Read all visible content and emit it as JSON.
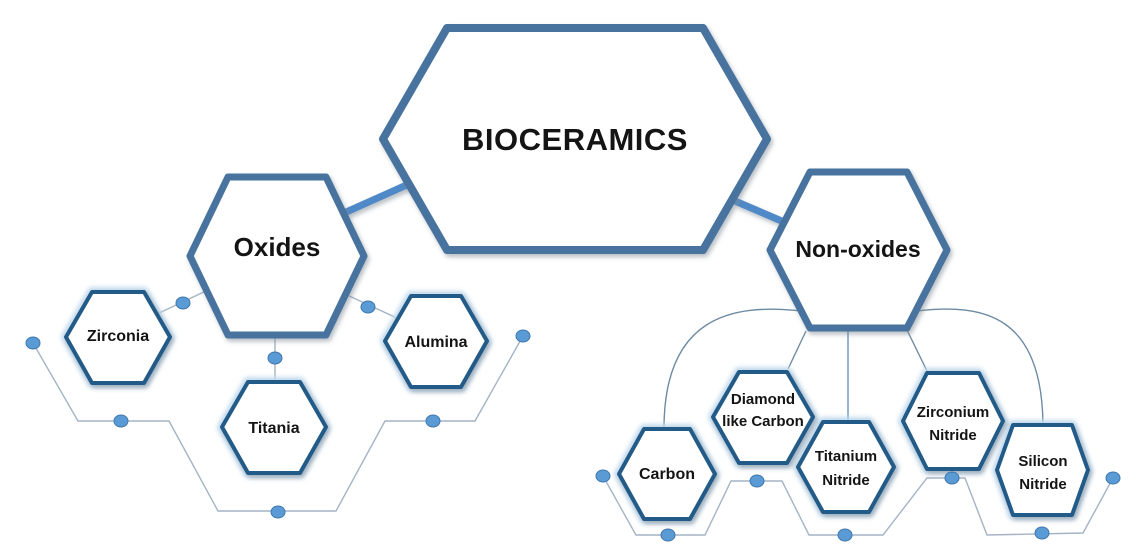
{
  "diagram_type": "hierarchy",
  "nodes": {
    "bioceramics": {
      "label": "BIOCERAMICS",
      "level": "root"
    },
    "oxides": {
      "label": "Oxides",
      "level": "branch"
    },
    "non_oxides": {
      "label": "Non-oxides",
      "level": "branch"
    },
    "zirconia": {
      "label": "Zirconia",
      "level": "leaf"
    },
    "titania": {
      "label": "Titania",
      "level": "leaf"
    },
    "alumina": {
      "label": "Alumina",
      "level": "leaf"
    },
    "carbon": {
      "label": "Carbon",
      "level": "leaf"
    },
    "diamond_like_carbon": {
      "lines": [
        "Diamond",
        "like Carbon"
      ],
      "level": "leaf"
    },
    "titanium_nitride": {
      "lines": [
        "Titanium",
        "Nitride"
      ],
      "level": "leaf"
    },
    "zirconium_nitride": {
      "lines": [
        "Zirconium",
        "Nitride"
      ],
      "level": "leaf"
    },
    "silicon_nitride": {
      "lines": [
        "Silicon",
        "Nitride"
      ],
      "level": "leaf"
    }
  },
  "edges": [
    {
      "from": "bioceramics",
      "to": "oxides"
    },
    {
      "from": "bioceramics",
      "to": "non_oxides"
    },
    {
      "from": "oxides",
      "to": "zirconia"
    },
    {
      "from": "oxides",
      "to": "titania"
    },
    {
      "from": "oxides",
      "to": "alumina"
    },
    {
      "from": "non_oxides",
      "to": "carbon"
    },
    {
      "from": "non_oxides",
      "to": "diamond_like_carbon"
    },
    {
      "from": "non_oxides",
      "to": "titanium_nitride"
    },
    {
      "from": "non_oxides",
      "to": "zirconium_nitride"
    },
    {
      "from": "non_oxides",
      "to": "silicon_nitride"
    }
  ],
  "colors": {
    "hex_border_large": "#47739e",
    "hex_border_small": "#235a88",
    "hex_glow": "#c5dcee",
    "hex_fill": "#ffffff",
    "thick_connector": "#5089c7",
    "thin_line": "#a4b4c6",
    "branch_line": "#6e8ba3",
    "vertical_line": "#8aabd2",
    "dot_fill": "#5b9bd5",
    "dot_stroke": "#3e76ad",
    "text": "#141414"
  }
}
